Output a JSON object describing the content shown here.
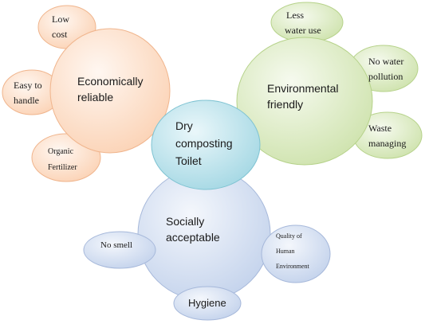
{
  "hub": {
    "label": "Dry composting Toilet",
    "lines": [
      "Dry",
      "composting",
      "Toilet"
    ]
  },
  "branches": [
    {
      "id": "economic",
      "lines": [
        "Economically",
        "reliable"
      ],
      "leaves": [
        {
          "lines": [
            "Low",
            "cost"
          ]
        },
        {
          "lines": [
            "Easy to",
            "handle"
          ]
        },
        {
          "lines": [
            "Organic",
            "Fertilizer"
          ]
        }
      ]
    },
    {
      "id": "environmental",
      "lines": [
        "Environmental",
        "friendly"
      ],
      "leaves": [
        {
          "lines": [
            "Less",
            "water use"
          ]
        },
        {
          "lines": [
            "No water",
            "pollution"
          ]
        },
        {
          "lines": [
            "Waste",
            "managing"
          ]
        }
      ]
    },
    {
      "id": "social",
      "lines": [
        "Socially",
        "acceptable"
      ],
      "leaves": [
        {
          "lines": [
            "No smell"
          ]
        },
        {
          "lines": [
            "Quality of",
            "Human",
            "Environment"
          ]
        },
        {
          "lines": [
            "Hygiene"
          ]
        }
      ]
    }
  ],
  "colors": {
    "economic_fill": "#fde0cc",
    "economic_stroke": "#f1b48b",
    "environmental_fill": "#dcebc6",
    "environmental_stroke": "#b9d48e",
    "social_fill": "#d7e2f2",
    "social_stroke": "#a7b9d9",
    "hub_fill": "#b8e2ea",
    "hub_stroke": "#7fc3d2"
  }
}
